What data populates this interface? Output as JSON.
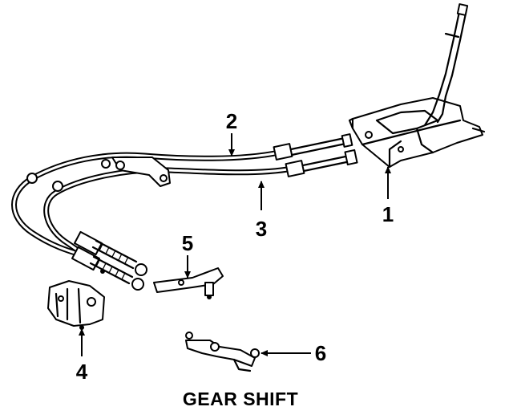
{
  "diagram": {
    "title": "GEAR SHIFT",
    "callouts": [
      {
        "id": "1",
        "label": "1"
      },
      {
        "id": "2",
        "label": "2"
      },
      {
        "id": "3",
        "label": "3"
      },
      {
        "id": "4",
        "label": "4"
      },
      {
        "id": "5",
        "label": "5"
      },
      {
        "id": "6",
        "label": "6"
      }
    ]
  }
}
